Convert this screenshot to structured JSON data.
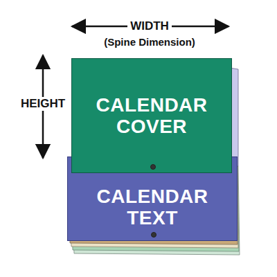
{
  "diagram": {
    "nodes": [
      {
        "text": [
          "CALENDAR COVER"
        ]
      },
      {
        "text": [
          "CALENDAR TEXT"
        ]
      }
    ],
    "labels": [
      "WIDTH",
      "(Spine Dimension)",
      "HEIGHT"
    ]
  }
}
